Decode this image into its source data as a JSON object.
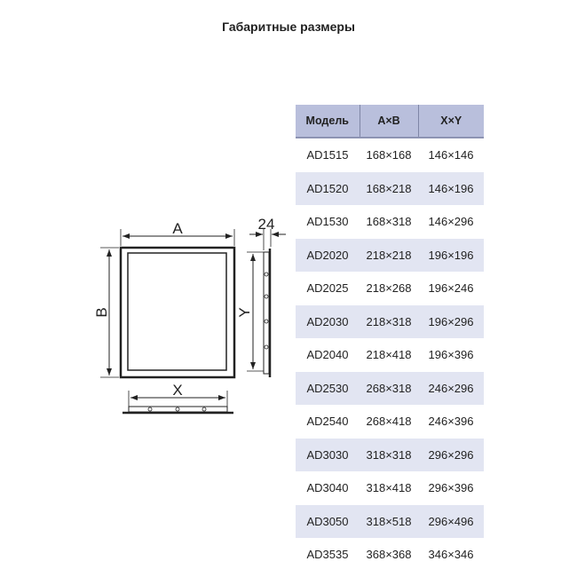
{
  "title": "Габаритные размеры",
  "diagram": {
    "a": "A",
    "b": "B",
    "x": "X",
    "y": "Y",
    "depth": "24"
  },
  "table": {
    "headers": [
      "Модель",
      "A×B",
      "X×Y"
    ],
    "rows": [
      [
        "AD1515",
        "168×168",
        "146×146"
      ],
      [
        "AD1520",
        "168×218",
        "146×196"
      ],
      [
        "AD1530",
        "168×318",
        "146×296"
      ],
      [
        "AD2020",
        "218×218",
        "196×196"
      ],
      [
        "AD2025",
        "218×268",
        "196×246"
      ],
      [
        "AD2030",
        "218×318",
        "196×296"
      ],
      [
        "AD2040",
        "218×418",
        "196×396"
      ],
      [
        "AD2530",
        "268×318",
        "246×296"
      ],
      [
        "AD2540",
        "268×418",
        "246×396"
      ],
      [
        "AD3030",
        "318×318",
        "296×296"
      ],
      [
        "AD3040",
        "318×418",
        "296×396"
      ],
      [
        "AD3050",
        "318×518",
        "296×496"
      ],
      [
        "AD3535",
        "368×368",
        "346×346"
      ]
    ]
  }
}
